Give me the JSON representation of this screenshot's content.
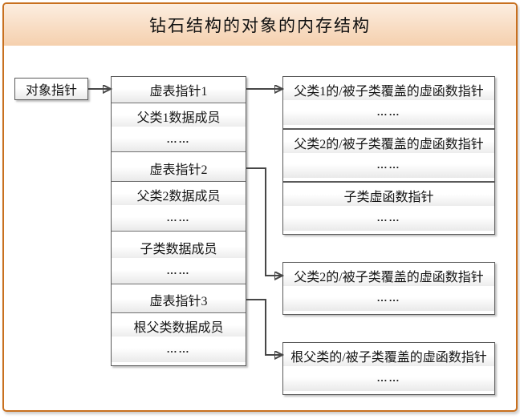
{
  "title": "钻石结构的对象的内存结构",
  "object_pointer_label": "对象指针",
  "object_memory": {
    "rows": [
      "虚表指针1",
      "父类1数据成员",
      "……",
      "虚表指针2",
      "父类2数据成员",
      "……",
      "子类数据成员",
      "……",
      "虚表指针3",
      "根父类数据成员",
      "……"
    ]
  },
  "vtable1": {
    "segments": [
      {
        "rows": [
          "父类1的/被子类覆盖的虚函数指针",
          "……"
        ]
      },
      {
        "rows": [
          "父类2的/被子类覆盖的虚函数指针",
          "……"
        ]
      },
      {
        "rows": [
          "子类虚函数指针",
          "……"
        ]
      }
    ]
  },
  "vtable2": {
    "rows": [
      "父类2的/被子类覆盖的虚函数指针",
      "……"
    ]
  },
  "vtable3": {
    "rows": [
      "根父类的/被子类覆盖的虚函数指针",
      "……"
    ]
  },
  "colors": {
    "frame_border": "#c8701f",
    "title_bg_top": "#fceee1",
    "title_bg_bottom": "#f5d0ae",
    "box_border": "#5b5b5b",
    "arrow": "#474747"
  }
}
